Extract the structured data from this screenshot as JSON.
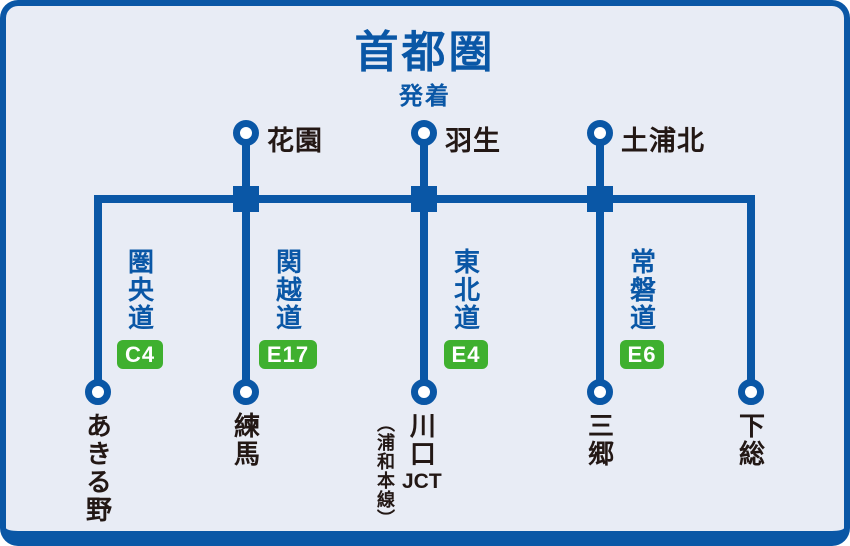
{
  "title": "首都圏",
  "subtitle": "発着",
  "colors": {
    "line_blue": "#0a57a6",
    "badge_green": "#3fb02f",
    "station_text": "#231815",
    "panel_bg": "#e8ecf5"
  },
  "top_stations": [
    {
      "name": "花園"
    },
    {
      "name": "羽生"
    },
    {
      "name": "土浦北"
    }
  ],
  "roads": [
    {
      "name": "圏央道",
      "code": "C4"
    },
    {
      "name": "関越道",
      "code": "E17"
    },
    {
      "name": "東北道",
      "code": "E4"
    },
    {
      "name": "常磐道",
      "code": "E6"
    }
  ],
  "bottom_stations": [
    {
      "name": "あきる野"
    },
    {
      "name": "練馬"
    },
    {
      "name": "川口",
      "suffix": "JCT",
      "note": "（浦和本線）"
    },
    {
      "name": "三郷"
    },
    {
      "name": "下総"
    }
  ]
}
